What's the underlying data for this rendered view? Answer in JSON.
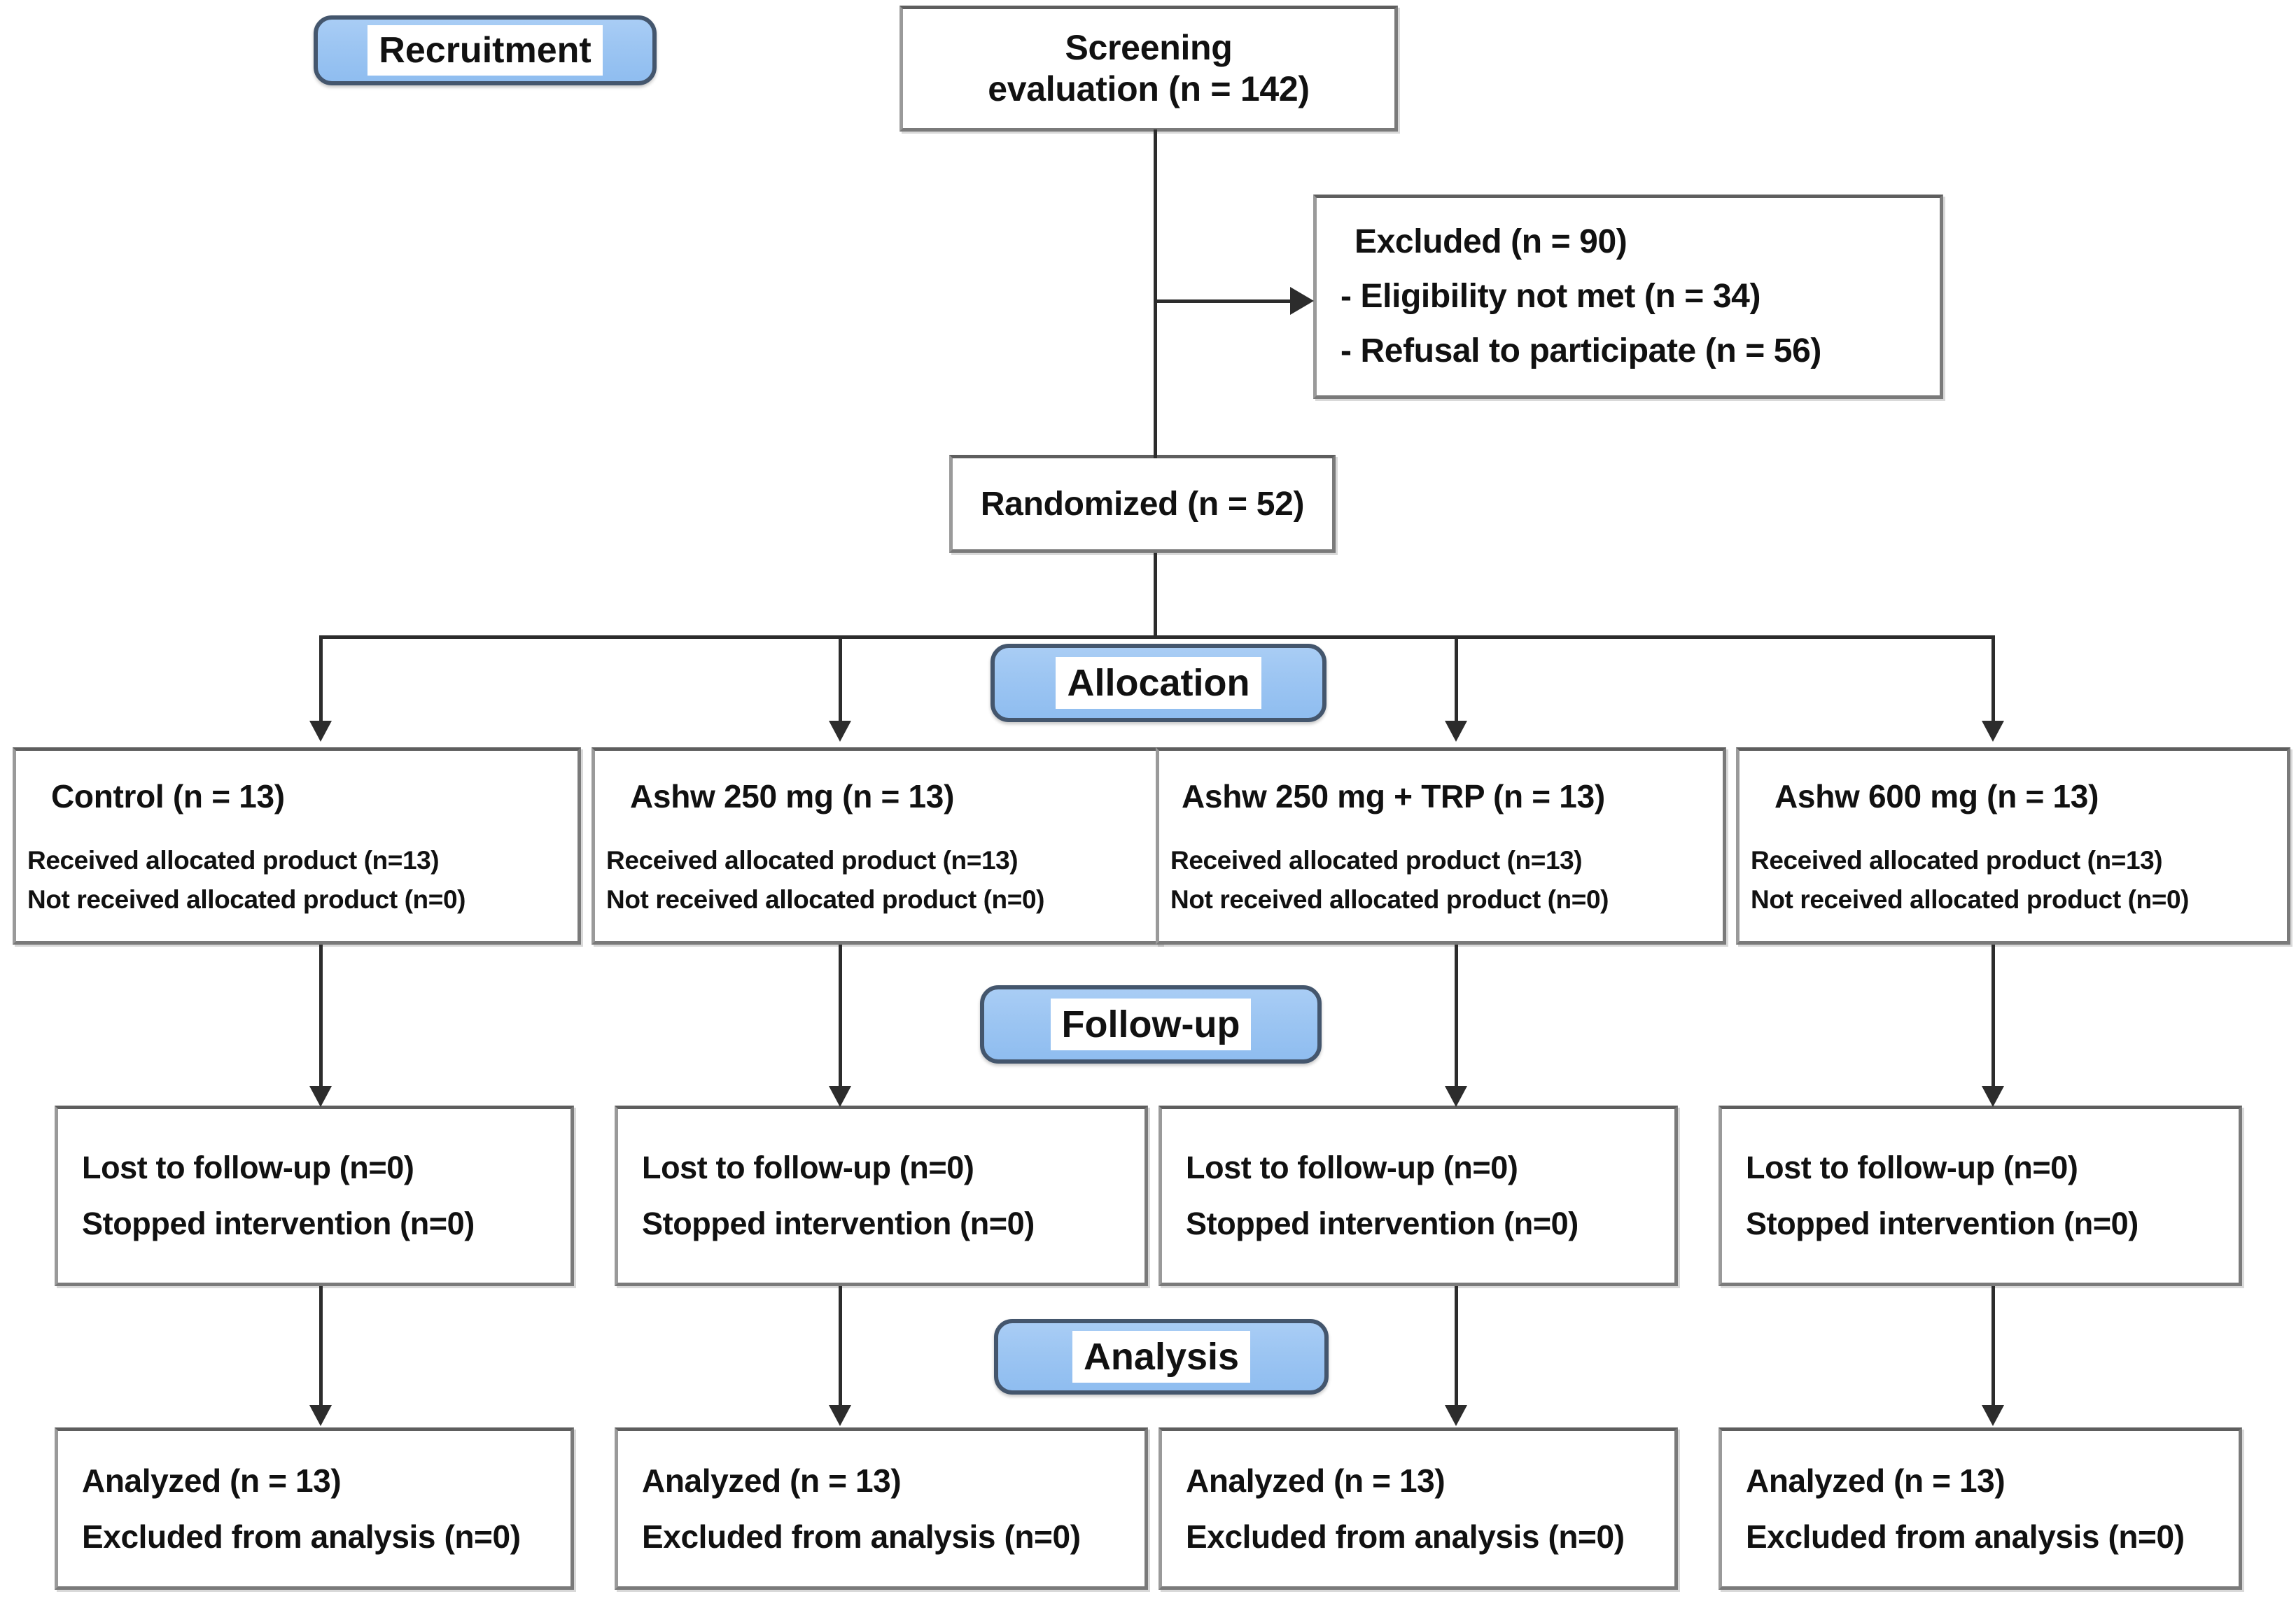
{
  "diagram": {
    "title": "CONSORT participant flow diagram",
    "colors": {
      "badge_fill": "#9CC5F2",
      "badge_border": "#44566D",
      "box_border": "#7A7A7A",
      "connector": "#2C2C2C",
      "text": "#111111",
      "background": "#FFFFFF"
    }
  },
  "stages": {
    "recruitment": "Recruitment",
    "allocation": "Allocation",
    "follow_up": "Follow-up",
    "analysis": "Analysis"
  },
  "screening": {
    "line1": "Screening",
    "line2": "evaluation (n = 142)"
  },
  "excluded": {
    "heading": "Excluded (n = 90)",
    "items": [
      "- Eligibility not met (n = 34)",
      "- Refusal to participate (n = 56)"
    ]
  },
  "randomized": {
    "label": "Randomized (n = 52)"
  },
  "allocation_groups": [
    {
      "title": "Control (n = 13)",
      "received": "Received allocated product (n=13)",
      "not_received": "Not received allocated product (n=0)"
    },
    {
      "title": "Ashw 250 mg (n = 13)",
      "received": "Received allocated product (n=13)",
      "not_received": "Not received allocated product (n=0)"
    },
    {
      "title": "Ashw 250 mg + TRP (n = 13)",
      "received": "Received allocated product (n=13)",
      "not_received": "Not received allocated product (n=0)"
    },
    {
      "title": "Ashw 600 mg (n = 13)",
      "received": "Received allocated product (n=13)",
      "not_received": "Not received allocated product (n=0)"
    }
  ],
  "followup_groups": [
    {
      "lost": "Lost to follow-up (n=0)",
      "stopped": "Stopped intervention (n=0)"
    },
    {
      "lost": "Lost to follow-up (n=0)",
      "stopped": "Stopped intervention (n=0)"
    },
    {
      "lost": "Lost to follow-up (n=0)",
      "stopped": "Stopped intervention (n=0)"
    },
    {
      "lost": "Lost to follow-up (n=0)",
      "stopped": "Stopped intervention (n=0)"
    }
  ],
  "analysis_groups": [
    {
      "analyzed": "Analyzed (n = 13)",
      "excluded": "Excluded from analysis (n=0)"
    },
    {
      "analyzed": "Analyzed (n = 13)",
      "excluded": "Excluded from analysis (n=0)"
    },
    {
      "analyzed": "Analyzed (n = 13)",
      "excluded": "Excluded from analysis (n=0)"
    },
    {
      "analyzed": "Analyzed (n = 13)",
      "excluded": "Excluded from analysis (n=0)"
    }
  ]
}
